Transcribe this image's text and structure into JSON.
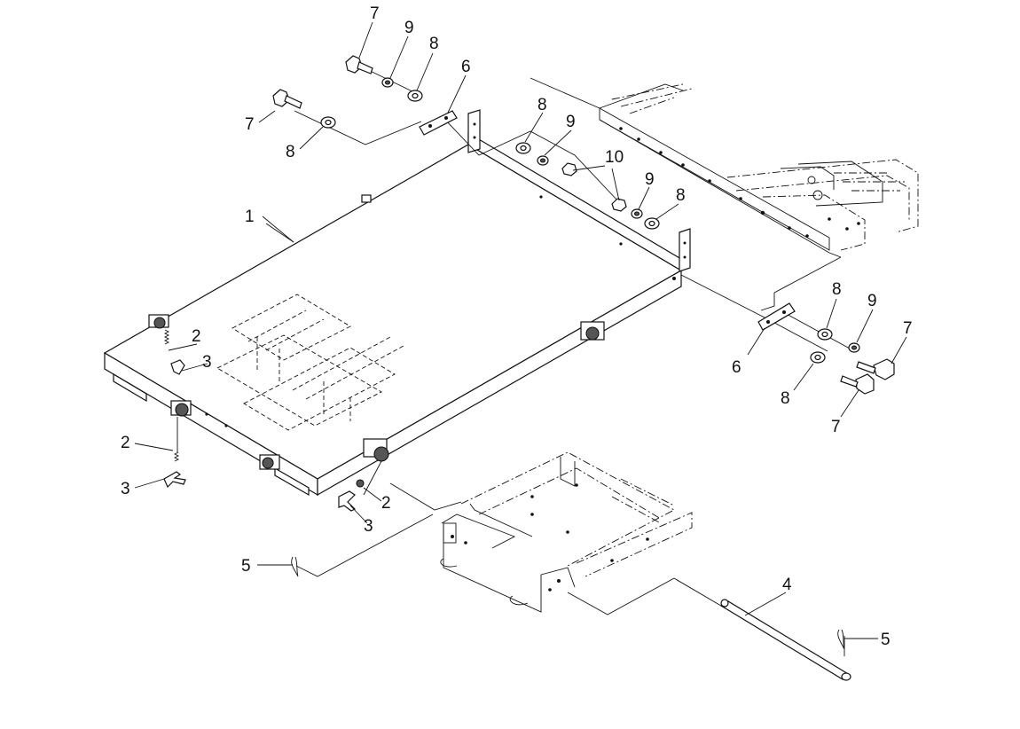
{
  "callouts": [
    {
      "text": "1"
    },
    {
      "text": "2"
    },
    {
      "text": "2"
    },
    {
      "text": "2"
    },
    {
      "text": "3"
    },
    {
      "text": "3"
    },
    {
      "text": "3"
    },
    {
      "text": "4"
    },
    {
      "text": "5"
    },
    {
      "text": "5"
    },
    {
      "text": "6"
    },
    {
      "text": "6"
    },
    {
      "text": "7"
    },
    {
      "text": "7"
    },
    {
      "text": "7"
    },
    {
      "text": "7"
    },
    {
      "text": "8"
    },
    {
      "text": "8"
    },
    {
      "text": "8"
    },
    {
      "text": "8"
    },
    {
      "text": "8"
    },
    {
      "text": "8"
    },
    {
      "text": "9"
    },
    {
      "text": "9"
    },
    {
      "text": "9"
    },
    {
      "text": "9"
    },
    {
      "text": "10"
    }
  ]
}
